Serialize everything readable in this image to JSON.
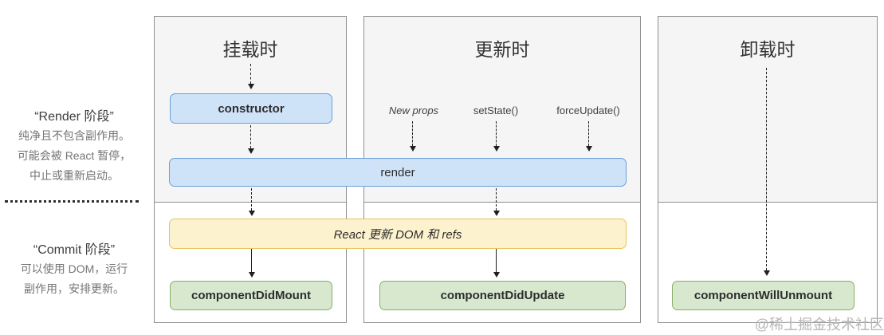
{
  "sidebar": {
    "render_phase": {
      "title": "“Render 阶段”",
      "lines": [
        "纯净且不包含副作用。",
        "可能会被 React 暂停，",
        "中止或重新启动。"
      ]
    },
    "commit_phase": {
      "title": "“Commit 阶段”",
      "lines": [
        "可以使用 DOM，运行",
        "副作用，安排更新。"
      ]
    }
  },
  "columns": {
    "mounting": {
      "title": "挂载时"
    },
    "updating": {
      "title": "更新时"
    },
    "unmounting": {
      "title": "卸载时"
    }
  },
  "triggers": {
    "new_props": "New props",
    "set_state": "setState()",
    "force_update": "forceUpdate()"
  },
  "nodes": {
    "constructor": "constructor",
    "render": "render",
    "react_updates_dom": "React 更新 DOM 和 refs",
    "component_did_mount": "componentDidMount",
    "component_did_update": "componentDidUpdate",
    "component_will_unmount": "componentWillUnmount"
  },
  "watermark": "@稀土掘金技术社区",
  "colors": {
    "blue_fill": "#cfe3f8",
    "blue_border": "#6c9fd8",
    "yellow_fill": "#fcf2cd",
    "yellow_border": "#e7c35f",
    "green_fill": "#d7e8cf",
    "green_border": "#84b164",
    "column_border": "#909090",
    "render_zone_bg": "#f5f5f6",
    "arrow": "#1f1f1f",
    "text_dark": "#2d2d2d",
    "watermark": "#b5b5b5"
  }
}
